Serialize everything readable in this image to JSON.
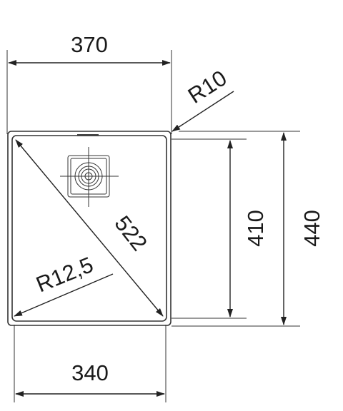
{
  "dimensions": {
    "overall_width": "370",
    "inner_width": "340",
    "inner_depth": "410",
    "overall_depth": "440",
    "diagonal": "522",
    "corner_radius_outer": "R10",
    "corner_radius_inner": "R12,5"
  },
  "colors": {
    "line": "#222222",
    "text": "#1a1a1a",
    "background": "#ffffff"
  },
  "icons": {
    "drain": "drain-strainer-icon"
  }
}
